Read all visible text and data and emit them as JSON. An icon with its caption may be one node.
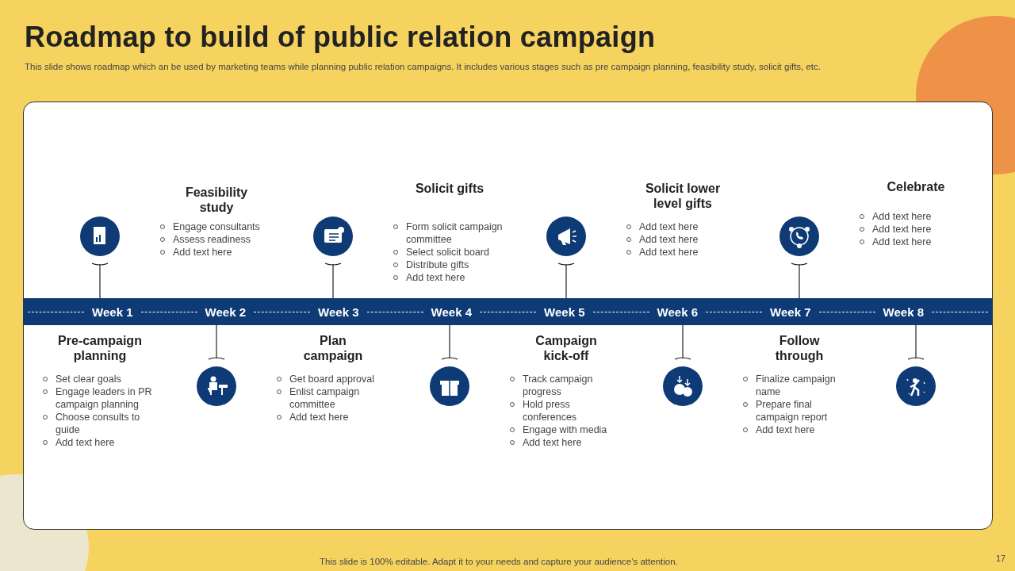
{
  "diagram": {
    "title": "Roadmap to build of public relation campaign",
    "nodes": [
      {
        "text": [
          "Week 1",
          "Week 2",
          "Week 3",
          "Week 4",
          "Week 5",
          "Week 6",
          "Week 7",
          "Week 8"
        ]
      },
      {
        "text": [],
        "shape": "circle"
      },
      {
        "text": [],
        "shape": "circle"
      },
      {
        "text": [],
        "shape": "circle"
      },
      {
        "text": [],
        "shape": "circle"
      },
      {
        "text": [],
        "shape": "circle"
      },
      {
        "text": [],
        "shape": "circle"
      },
      {
        "text": [],
        "shape": "circle"
      },
      {
        "text": [],
        "shape": "circle"
      }
    ],
    "edges": [
      {
        "from": 1,
        "to": 0,
        "arrow": "other"
      },
      {
        "from": 2,
        "to": 0,
        "arrow": "other"
      },
      {
        "from": 3,
        "to": 0,
        "arrow": "other"
      },
      {
        "from": 4,
        "to": 0,
        "arrow": "other"
      },
      {
        "from": 5,
        "to": 0,
        "arrow": "other"
      },
      {
        "from": 6,
        "to": 0,
        "arrow": "other"
      },
      {
        "from": 7,
        "to": 0,
        "arrow": "other"
      },
      {
        "from": 8,
        "to": 0,
        "arrow": "other"
      }
    ],
    "labels": [
      "This slide shows roadmap which an be used by marketing teams while planning public relation campaigns. It includes various stages such as pre campaign planning, feasibility study, solicit gifts, etc.",
      "Feasibility study",
      "Engage consultants",
      "Assess readiness",
      "Add text here",
      "Solicit gifts",
      "Form solicit campaign committee",
      "Select solicit board",
      "Distribute gifts",
      "Add text here",
      "Solicit lower level gifts",
      "Add text here",
      "Add text here",
      "Add text here",
      "Celebrate",
      "Add text here",
      "Add text here",
      "Add text here",
      "Pre-campaign planning",
      "Set clear goals",
      "Engage leaders in PR campaign planning",
      "Choose consults to guide",
      "Add text here",
      "Plan campaign",
      "Get board approval",
      "Enlist campaign committee",
      "Add text here",
      "Campaign kick-off",
      "Track campaign progress",
      "Hold press conferences",
      "Engage with media",
      "Add text here",
      "Follow through",
      "Finalize campaign name",
      "Prepare final campaign report",
      "Add text here",
      "This slide is 100% editable. Adapt it to your needs and capture your audience’s attention.",
      "17"
    ]
  }
}
